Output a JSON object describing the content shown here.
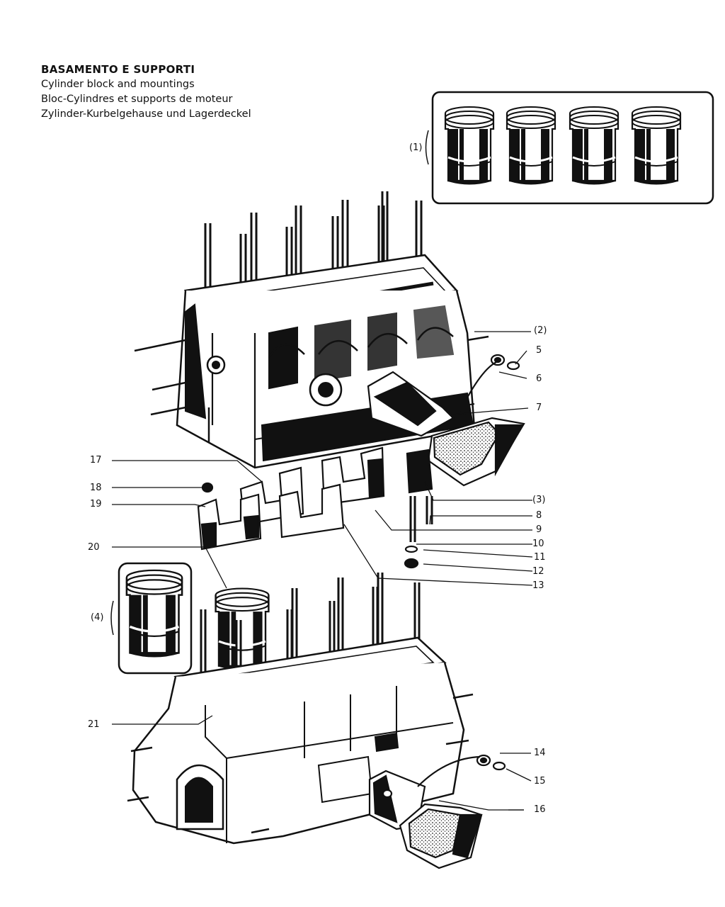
{
  "title": {
    "line_it": "BASAMENTO E SUPPORTI",
    "line_en": "Cylinder block and mountings",
    "line_fr": "Bloc-Cylindres et supports de moteur",
    "line_de": "Zylinder-Kurbelgehause und Lagerdeckel"
  },
  "callouts": {
    "c1": "(1)",
    "c2": "(2)",
    "c3": "(3)",
    "c4": "(4)",
    "n5": "5",
    "n6": "6",
    "n7": "7",
    "n8": "8",
    "n9": "9",
    "n10": "10",
    "n11": "11",
    "n12": "12",
    "n13": "13",
    "n14": "14",
    "n15": "15",
    "n16": "16",
    "n17": "17",
    "n18": "18",
    "n19": "19",
    "n20": "20",
    "n21": "21"
  }
}
